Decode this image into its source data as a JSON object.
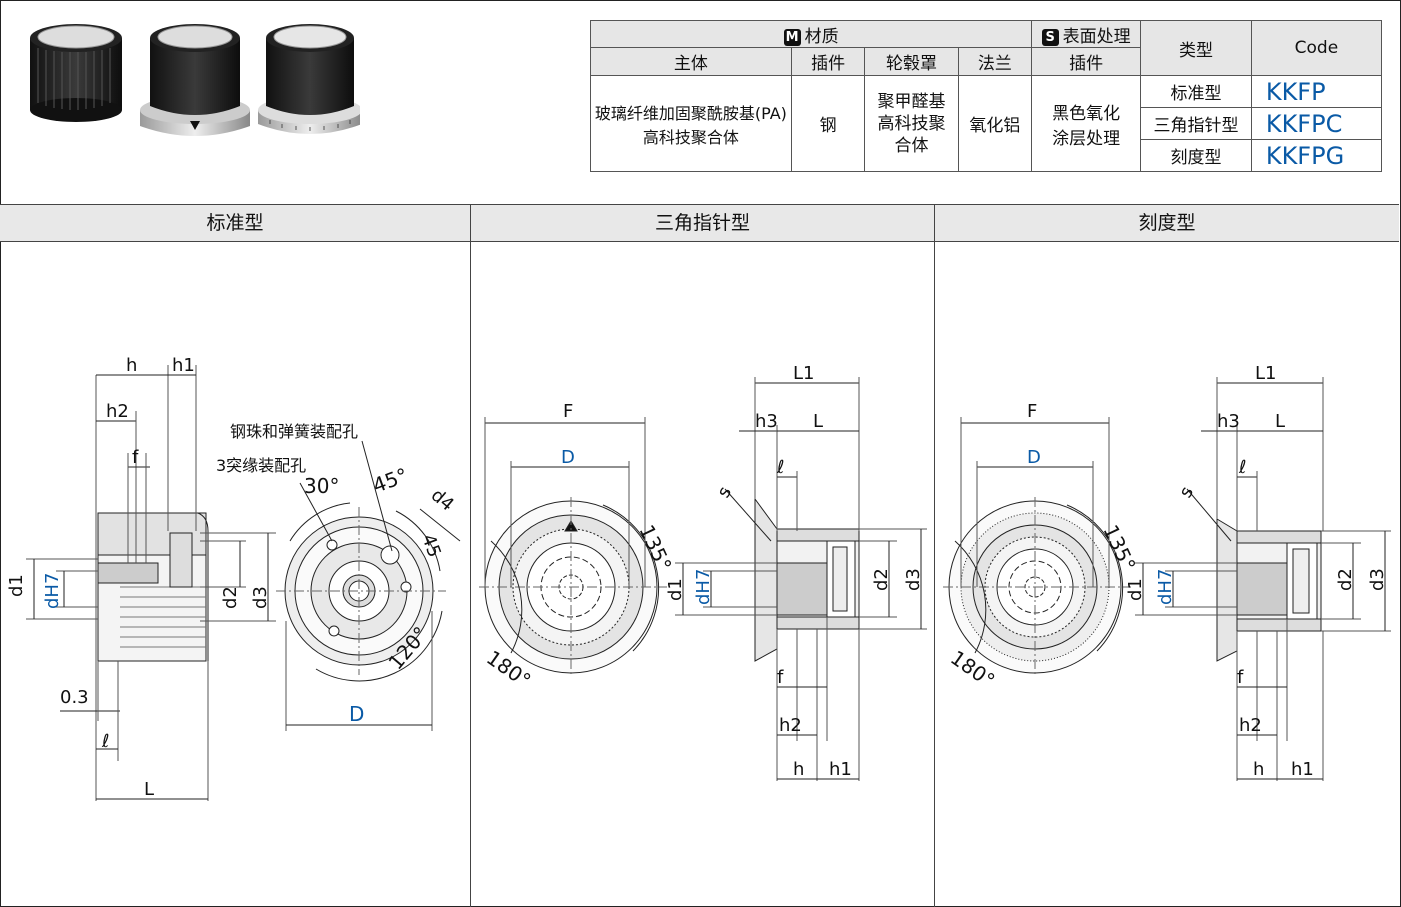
{
  "table": {
    "material_header": "材质",
    "material_mark": "M",
    "surface_header": "表面处理",
    "surface_mark": "S",
    "type_header": "类型",
    "code_header": "Code",
    "col_body": "主体",
    "col_insert": "插件",
    "col_hub_cover": "轮毂罩",
    "col_flange": "法兰",
    "col_surface_insert": "插件",
    "body_value_line1": "玻璃纤维加固聚酰胺基(PA)",
    "body_value_line2": "高科技聚合体",
    "insert_value": "钢",
    "hub_cover_line1": "聚甲醛基",
    "hub_cover_line2": "高科技聚",
    "hub_cover_line3": "合体",
    "flange_value": "氧化铝",
    "surface_line1": "黑色氧化",
    "surface_line2": "涂层处理",
    "rows": [
      {
        "type": "标准型",
        "code": "KKFP"
      },
      {
        "type": "三角指针型",
        "code": "KKFPC"
      },
      {
        "type": "刻度型",
        "code": "KKFPG"
      }
    ]
  },
  "sections": {
    "standard": "标准型",
    "triangle": "三角指针型",
    "scale": "刻度型"
  },
  "standard_drawing": {
    "h": "h",
    "h1": "h1",
    "h2": "h2",
    "f": "f",
    "d1": "d1",
    "dH7": "dH7",
    "d2": "d2",
    "d3": "d3",
    "L": "L",
    "l": "ℓ",
    "offset": "0.3",
    "note_ball": "钢珠和弹簧装配孔",
    "note_flange": "3突缘装配孔",
    "a30": "30°",
    "a45": "45°",
    "a120": "120°",
    "d4": "d4",
    "n45": "45",
    "D": "D"
  },
  "triangle_drawing": {
    "F": "F",
    "D": "D",
    "a135": "135°",
    "a180": "180°",
    "L1": "L1",
    "h3": "h3",
    "L": "L",
    "l": "ℓ",
    "s": "s",
    "d1": "d1",
    "dH7": "dH7",
    "d2": "d2",
    "d3": "d3",
    "f": "f",
    "h2": "h2",
    "h": "h",
    "h1": "h1"
  },
  "scale_drawing": {
    "F": "F",
    "D": "D",
    "a135": "135°",
    "a180": "180°",
    "L1": "L1",
    "h3": "h3",
    "L": "L",
    "l": "ℓ",
    "s": "s",
    "d1": "d1",
    "dH7": "dH7",
    "d2": "d2",
    "d3": "d3",
    "f": "f",
    "h2": "h2",
    "h": "h",
    "h1": "h1"
  },
  "colors": {
    "accent": "#0a5aa6",
    "header_bg": "#e8e8e8"
  }
}
